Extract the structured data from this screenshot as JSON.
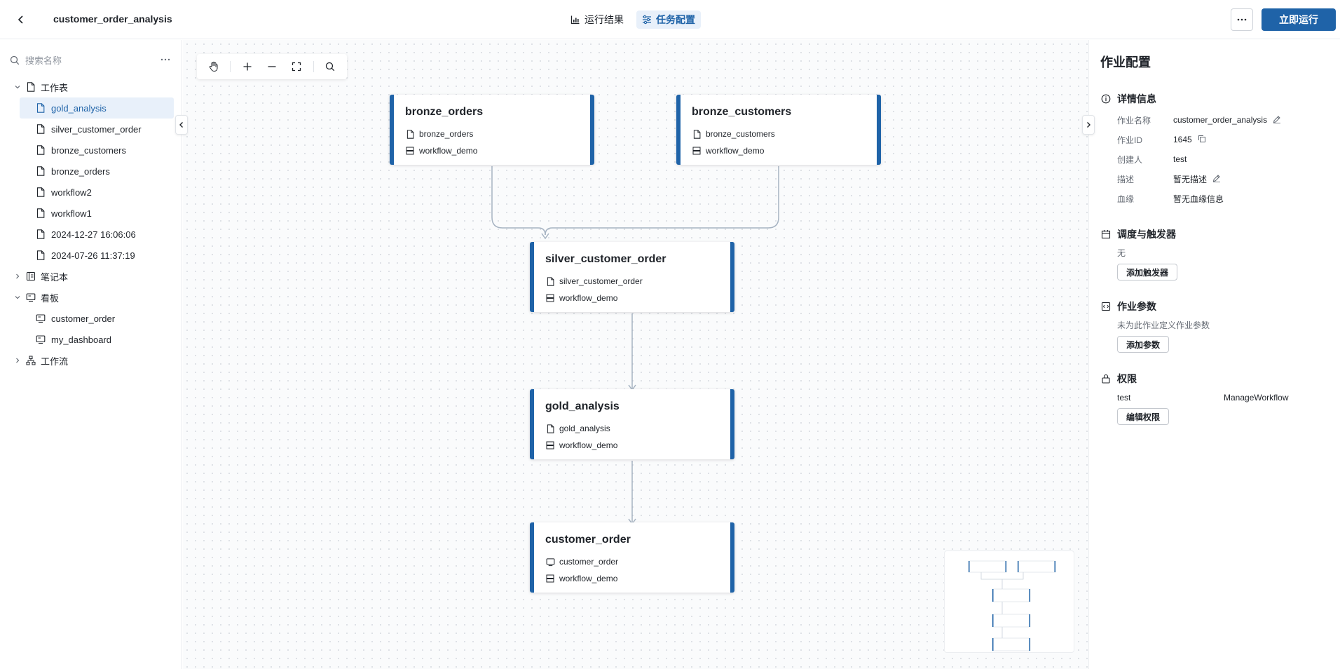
{
  "header": {
    "title": "customer_order_analysis",
    "tabs": [
      {
        "label": "运行结果",
        "icon": "bar-chart-icon"
      },
      {
        "label": "任务配置",
        "icon": "settings-sliders-icon"
      }
    ],
    "more_label": "···",
    "run_label": "立即运行"
  },
  "sidebar": {
    "search_placeholder": "搜索名称",
    "groups": [
      {
        "label": "工作表",
        "icon": "file-icon",
        "items": [
          {
            "label": "gold_analysis",
            "icon": "file-icon",
            "selected": true
          },
          {
            "label": "silver_customer_order",
            "icon": "file-icon"
          },
          {
            "label": "bronze_customers",
            "icon": "file-icon"
          },
          {
            "label": "bronze_orders",
            "icon": "file-icon"
          },
          {
            "label": "workflow2",
            "icon": "file-icon"
          },
          {
            "label": "workflow1",
            "icon": "file-icon"
          },
          {
            "label": "2024-12-27 16:06:06",
            "icon": "file-icon"
          },
          {
            "label": "2024-07-26 11:37:19",
            "icon": "file-icon"
          }
        ]
      },
      {
        "label": "笔记本",
        "icon": "notebook-icon"
      },
      {
        "label": "看板",
        "icon": "dashboard-icon",
        "items": [
          {
            "label": "customer_order",
            "icon": "dashboard-icon"
          },
          {
            "label": "my_dashboard",
            "icon": "dashboard-icon"
          }
        ]
      },
      {
        "label": "工作流",
        "icon": "workflow-icon"
      }
    ]
  },
  "canvas": {
    "nodes": [
      {
        "title": "bronze_orders",
        "source": "bronze_orders",
        "source_icon": "file-icon",
        "workflow": "workflow_demo"
      },
      {
        "title": "bronze_customers",
        "source": "bronze_customers",
        "source_icon": "file-icon",
        "workflow": "workflow_demo"
      },
      {
        "title": "silver_customer_order",
        "source": "silver_customer_order",
        "source_icon": "file-icon",
        "workflow": "workflow_demo"
      },
      {
        "title": "gold_analysis",
        "source": "gold_analysis",
        "source_icon": "file-icon",
        "workflow": "workflow_demo"
      },
      {
        "title": "customer_order",
        "source": "customer_order",
        "source_icon": "dashboard-icon",
        "workflow": "workflow_demo"
      }
    ]
  },
  "panel": {
    "title": "作业配置",
    "details": {
      "heading": "详情信息",
      "name_label": "作业名称",
      "name_value": "customer_order_analysis",
      "id_label": "作业ID",
      "id_value": "1645",
      "creator_label": "创建人",
      "creator_value": "test",
      "desc_label": "描述",
      "desc_value": "暂无描述",
      "lineage_label": "血缘",
      "lineage_value": "暂无血缘信息"
    },
    "schedule": {
      "heading": "调度与触发器",
      "empty": "无",
      "button": "添加触发器"
    },
    "params": {
      "heading": "作业参数",
      "empty": "未为此作业定义作业参数",
      "button": "添加参数"
    },
    "permissions": {
      "heading": "权限",
      "user": "test",
      "role": "ManageWorkflow",
      "button": "编辑权限"
    }
  },
  "colors": {
    "accent": "#1f63a8",
    "accent_light": "#e8f0fa",
    "edge": "#a6b3c2"
  }
}
